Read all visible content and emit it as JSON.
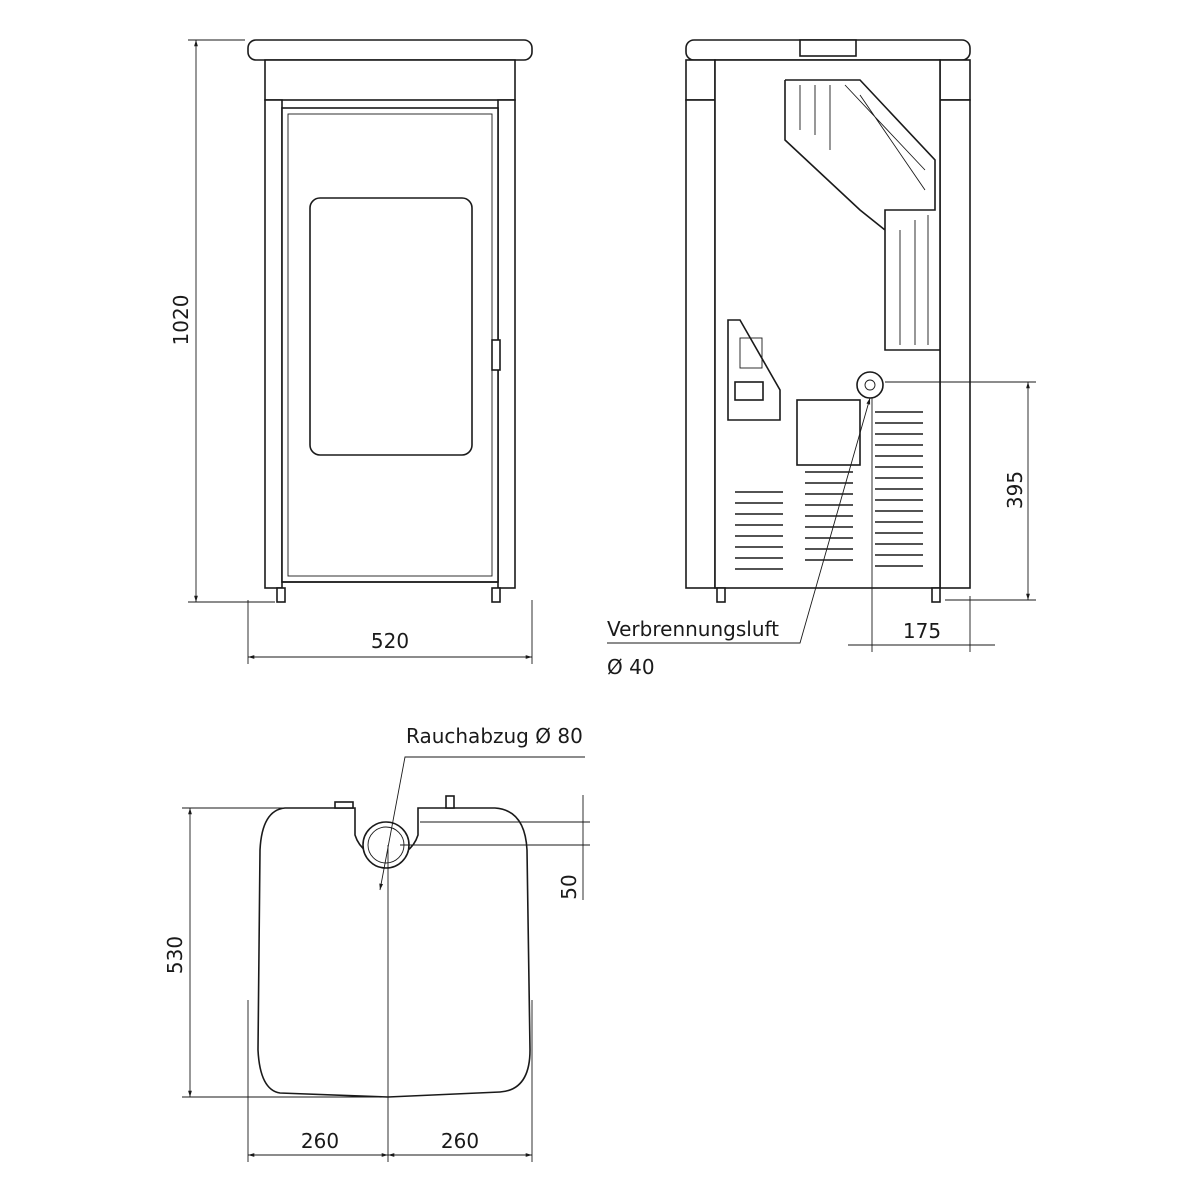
{
  "drawing": {
    "front_view": {
      "width_label": "520",
      "height_label": "1020"
    },
    "side_view": {
      "combustion_air_label": "Verbrennungsluft",
      "combustion_air_diameter": "Ø 40",
      "inlet_height_label": "395",
      "inlet_offset_label": "175"
    },
    "top_view": {
      "flue_label": "Rauchabzug Ø 80",
      "flue_offset_label": "50",
      "depth_label": "530",
      "left_half_label": "260",
      "right_half_label": "260"
    }
  }
}
